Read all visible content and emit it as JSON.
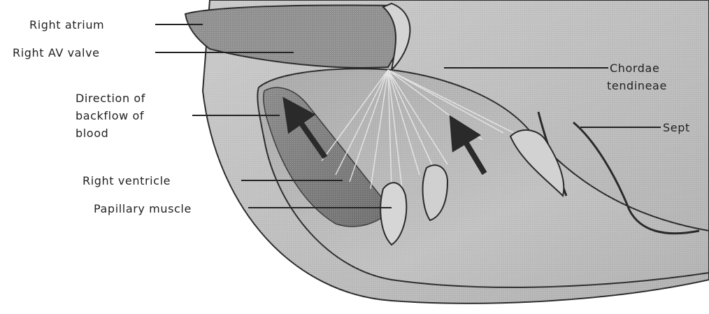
{
  "labels": {
    "right_atrium": "Right atrium",
    "right_av_valve": "Right AV valve",
    "direction_line1": "Direction of",
    "direction_line2": "backflow of",
    "direction_line3": "blood",
    "right_ventricle": "Right ventricle",
    "papillary_muscle": "Papillary muscle",
    "chordae_line1": "Chordae",
    "chordae_line2": "tendineae",
    "septum": "Sept"
  },
  "colors": {
    "background": "#ffffff",
    "heart_wall": "#bdbdbd",
    "atrium": "#8f8f8f",
    "ventricle_light": "#b4b4b4",
    "ventricle_dark": "#7a7a7a",
    "arrow": "#2a2a2a",
    "text": "#222222"
  }
}
